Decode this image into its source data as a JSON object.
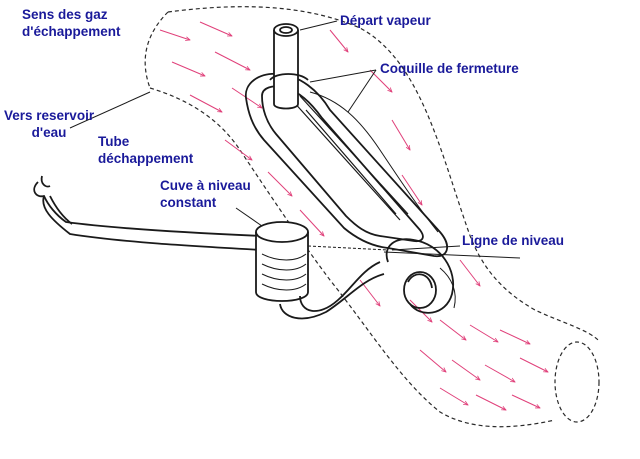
{
  "labels": {
    "exhaust_flow": [
      "Sens des gaz",
      "d'échappement"
    ],
    "steam_outlet": "Départ vapeur",
    "closing_shell": "Coquille de fermeture",
    "water_tank": [
      "Vers reservoir",
      "d'eau"
    ],
    "exhaust_tube": [
      "Tube",
      "déchappement"
    ],
    "level_tank": [
      "Cuve à niveau",
      "constant"
    ],
    "level_line": "Ligne de niveau"
  },
  "colors": {
    "label_text": "#1a1a9a",
    "ink": "#1a1a1a",
    "flow_arrows": "#e0407a"
  }
}
